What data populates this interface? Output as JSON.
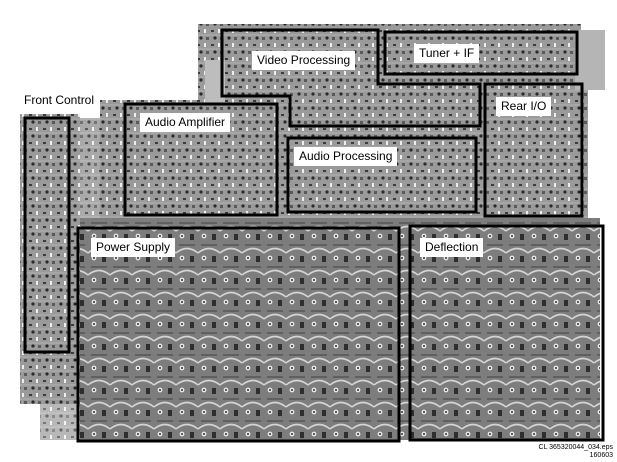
{
  "figure": {
    "caption_line1": "CL 365320044_034.eps",
    "caption_line2": "160603"
  },
  "sections": [
    {
      "id": "video-processing",
      "label": "Video Processing"
    },
    {
      "id": "tuner-if",
      "label": "Tuner + IF"
    },
    {
      "id": "front-control",
      "label": "Front Control"
    },
    {
      "id": "audio-amplifier",
      "label": "Audio Amplifier"
    },
    {
      "id": "audio-processing",
      "label": "Audio Processing"
    },
    {
      "id": "rear-io",
      "label": "Rear I/O"
    },
    {
      "id": "power-supply",
      "label": "Power Supply"
    },
    {
      "id": "deflection",
      "label": "Deflection"
    }
  ],
  "colors": {
    "board_dark": "#3a3a3a",
    "board_mid": "#8a8a8a",
    "board_light": "#c8c8c8",
    "outline": "#000000"
  }
}
